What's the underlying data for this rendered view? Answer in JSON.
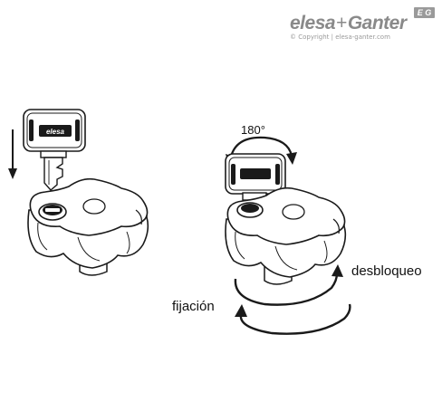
{
  "header": {
    "brand_left": "elesa",
    "brand_plus": "+",
    "brand_right": "Ganter",
    "badge": "E G",
    "copyright": "© Copyright | elesa-ganter.com"
  },
  "annotations": {
    "rotation_angle": "180°",
    "unlock_label": "desbloqueo",
    "lock_label": "fijación",
    "key_brand": "elesa"
  },
  "colors": {
    "line": "#1a1a1a",
    "logo_gray": "#8a8a8a"
  }
}
